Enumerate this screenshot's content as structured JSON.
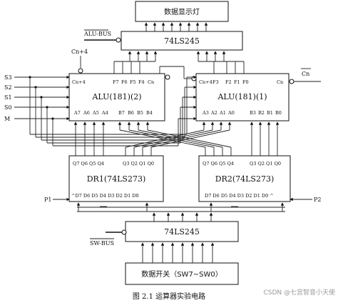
{
  "display": {
    "label": "数据显示灯"
  },
  "top_buffer": {
    "label": "74LS245"
  },
  "alu_bus": {
    "label": "ALU-BUS"
  },
  "carry_in": {
    "label": "Cn+4"
  },
  "select_inputs": [
    "S3",
    "S2",
    "S1",
    "S0",
    "M"
  ],
  "alu2": {
    "label": "ALU(181)(2)",
    "top_pins": [
      "Cn+4",
      "F7",
      "F6",
      "F5",
      "F4",
      "Cn"
    ],
    "bottom_pins": [
      "A7",
      "A6",
      "A5",
      "A4",
      "B7",
      "B6",
      "B5",
      "B4"
    ]
  },
  "alu1": {
    "label": "ALU(181)(1)",
    "top_pins": [
      "Cn+4",
      "F3",
      "F2",
      "F1",
      "F0",
      "Cn"
    ],
    "bottom_pins": [
      "A3",
      "A2",
      "A1",
      "A0",
      "B3",
      "B2",
      "B1",
      "B0"
    ],
    "carry_out": "Cn"
  },
  "dr1": {
    "label": "DR1(74LS273)",
    "q_pins": "Q7 Q6 Q5 Q4",
    "q_pins2": "Q3 Q2 Q1 Q0",
    "d_pins": "^D7 D6 D5 D4 D3 D2 D1 D0"
  },
  "dr2": {
    "label": "DR2(74LS273)",
    "q_pins": "Q7 Q6 Q5 Q4",
    "q_pins2": "Q3 Q2 Q1 Q0",
    "d_pins": "D7 D6 D5 D4 D3 D2 D1 D0 ^"
  },
  "p1": {
    "label": "P1"
  },
  "p2": {
    "label": "P2"
  },
  "bottom_buffer": {
    "label": "74LS245"
  },
  "sw_bus": {
    "label": "SW-BUS"
  },
  "switches": {
    "label": "数据开关（SW7~SW0）"
  },
  "caption": {
    "text": "图 2.1 运算器实验电路"
  },
  "watermark": {
    "text": "CSDN @七宫智音小天使"
  },
  "colors": {
    "ink": "#111111",
    "background": "#ffffff",
    "watermark": "#9a9a9a"
  }
}
